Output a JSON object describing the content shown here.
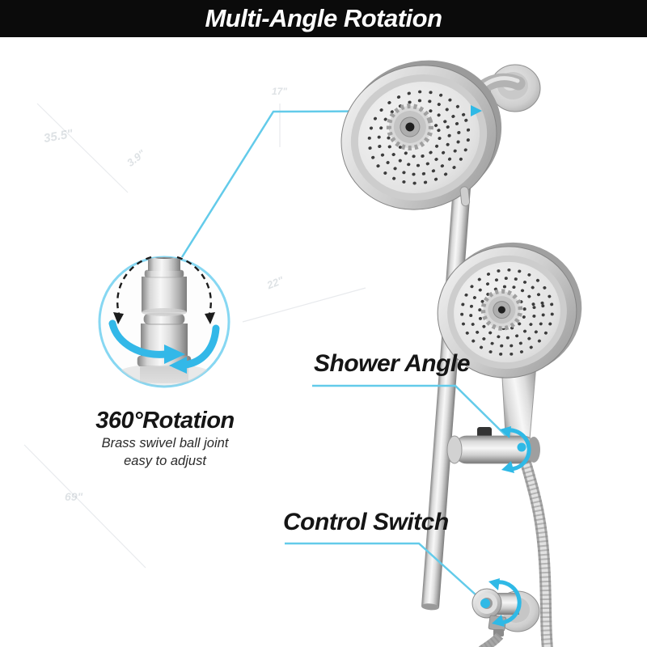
{
  "banner": {
    "title": "Multi-Angle Rotation",
    "bg_color": "#0b0b0b",
    "text_color": "#ffffff"
  },
  "callouts": {
    "shower_angle": {
      "label": "Shower Angle"
    },
    "control_switch": {
      "label": "Control Switch"
    }
  },
  "inset": {
    "title": "360°Rotation",
    "description_line1": "Brass swivel ball joint",
    "description_line2": "easy to adjust"
  },
  "watermarks": [
    {
      "text": "35.5\""
    },
    {
      "text": "3.9\""
    },
    {
      "text": "17\""
    },
    {
      "text": "22\""
    },
    {
      "text": "69\""
    }
  ],
  "colors": {
    "accent_cyan": "#2fb9e6",
    "leader_line": "#63cbea",
    "inset_ring": "#86d7f2",
    "metal_light": "#f4f4f4",
    "metal_dark": "#7f7f7f",
    "nozzle_dot": "#3c3c3c"
  }
}
